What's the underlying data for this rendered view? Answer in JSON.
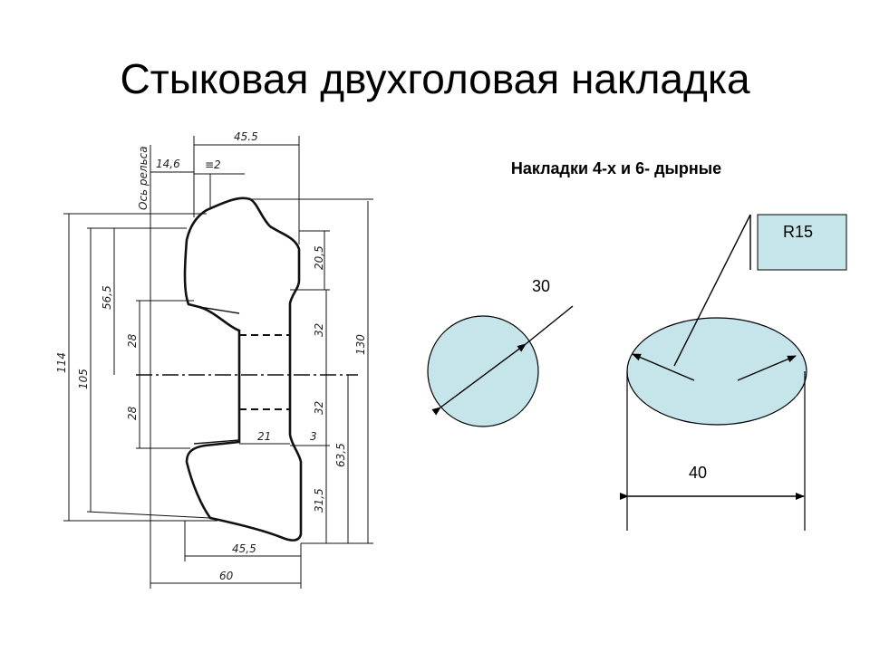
{
  "title": "Стыковая двухголовая накладка",
  "subtitle": "Накладки 4-х и 6- дырные",
  "profile": {
    "rail_axis": "Ось рельса",
    "dims": {
      "top_width": "45.5",
      "w_14_6": "14,6",
      "hatch": "≡2",
      "d_114": "114",
      "d_105": "105",
      "d_56_5": "56,5",
      "d_28_top": "28",
      "d_28_bottom": "28",
      "d_20_5": "20,5",
      "d_32_top": "32",
      "d_32_bottom": "32",
      "d_130": "130",
      "d_21": "21",
      "d_3": "3",
      "d_63_5": "63,5",
      "d_31_5": "31,5",
      "d_45_5": "45,5",
      "d_60": "60"
    }
  },
  "holes": {
    "round_diameter": "30",
    "oval_width": "40",
    "oval_radius": "R15"
  },
  "colors": {
    "hole_fill": "#c5e5ea",
    "line": "#000000"
  }
}
